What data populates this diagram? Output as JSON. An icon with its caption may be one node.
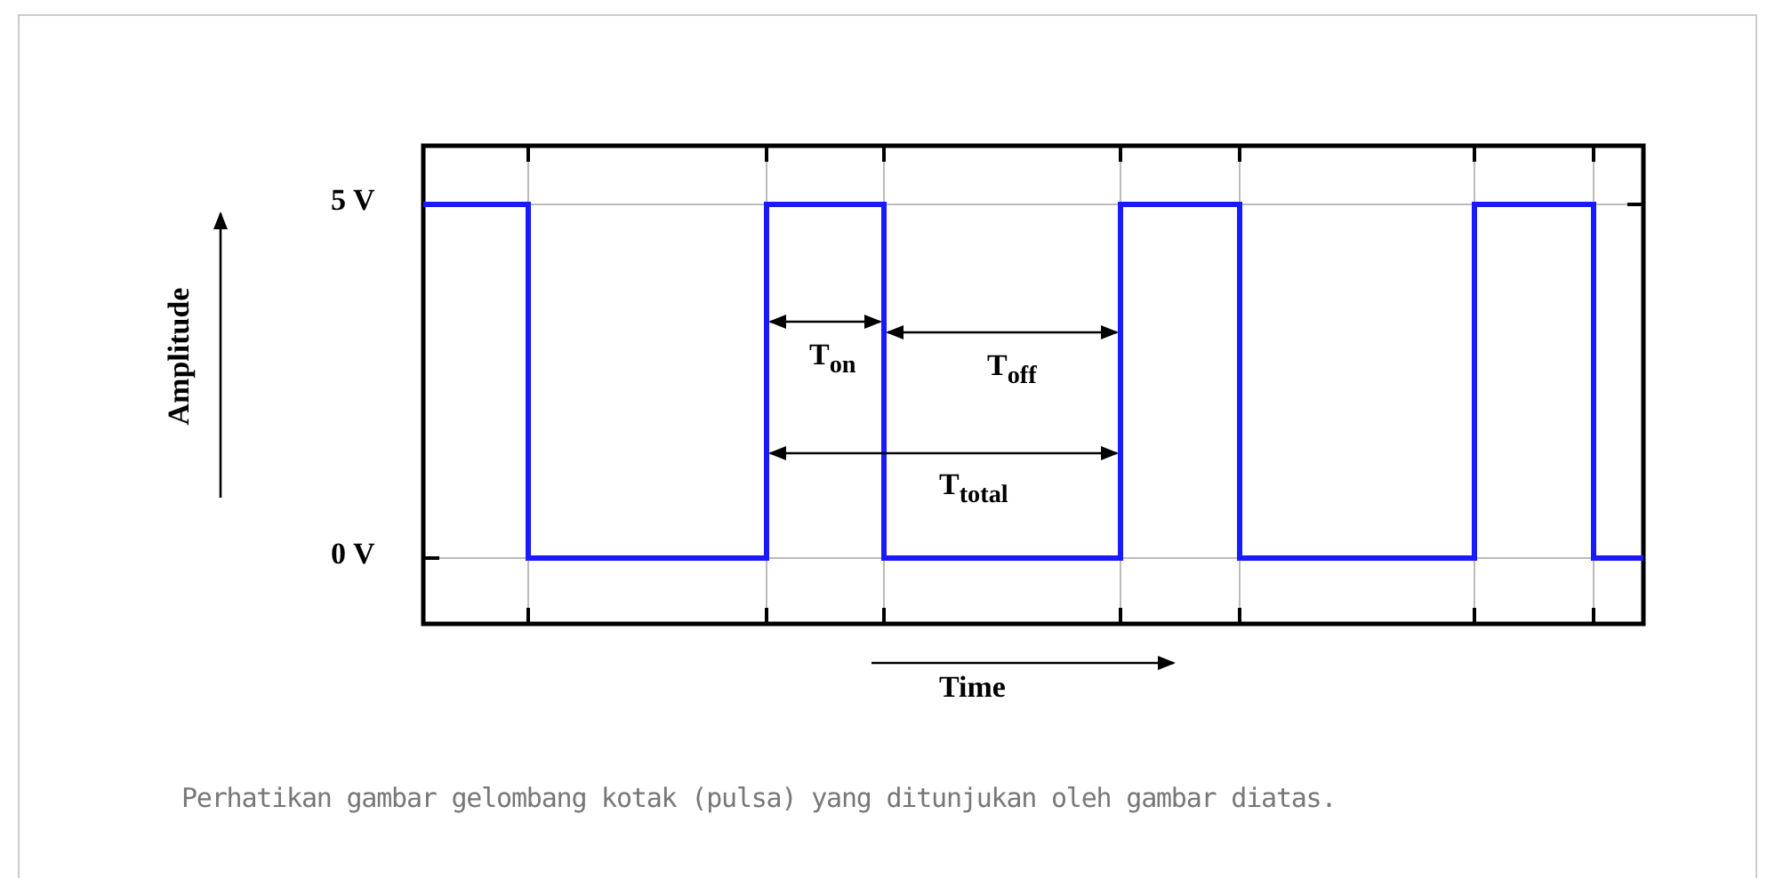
{
  "diagram": {
    "caption": "Perhatikan gambar gelombang kotak (pulsa) yang ditunjukan oleh gambar diatas.",
    "labels": [
      "5 V",
      "0 V",
      "Amplitude",
      "T$_{on}$",
      "T$_{off}$",
      "T$_{total}$",
      "Time"
    ]
  }
}
